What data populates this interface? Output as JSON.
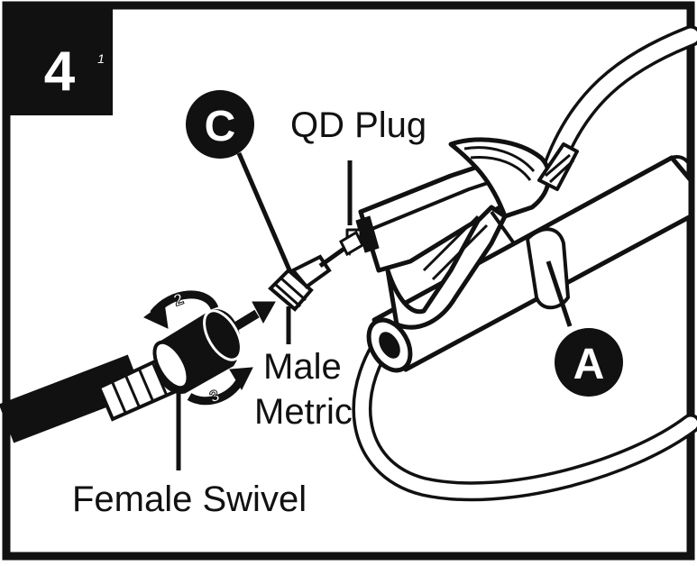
{
  "step": {
    "number": "4",
    "mark": "1"
  },
  "callouts": {
    "c": "C",
    "a": "A"
  },
  "labels": {
    "qd_plug": "QD Plug",
    "male": "Male",
    "metric": "Metric",
    "female_swivel": "Female Swivel"
  },
  "rotation_steps": [
    "2",
    "3"
  ],
  "colors": {
    "ink": "#111111",
    "paper": "#ffffff",
    "badge": "#111111"
  }
}
